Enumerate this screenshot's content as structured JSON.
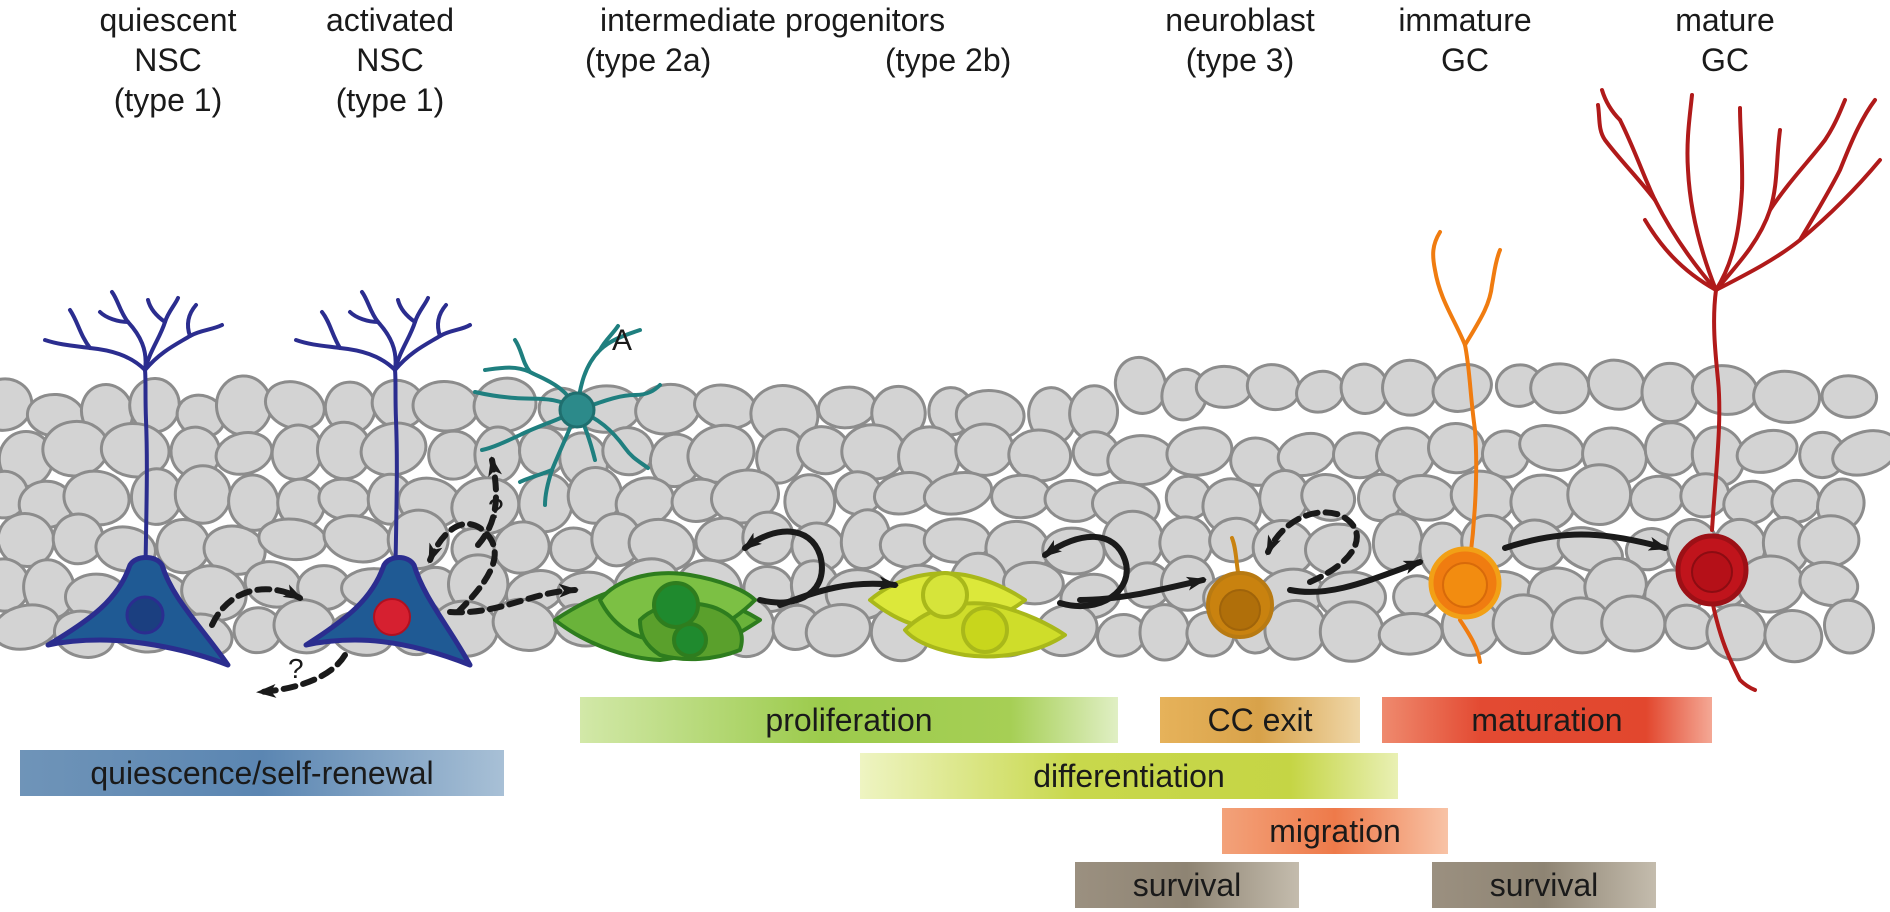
{
  "stages": {
    "quiescent_nsc": [
      "quiescent",
      "NSC",
      "(type 1)"
    ],
    "activated_nsc": [
      "activated",
      "NSC",
      "(type 1)"
    ],
    "intermediate": "intermediate progenitors",
    "type2a": "(type 2a)",
    "type2b": "(type 2b)",
    "neuroblast": [
      "neuroblast",
      "(type 3)"
    ],
    "immature_gc": [
      "immature",
      "GC"
    ],
    "mature_gc": [
      "mature",
      "GC"
    ]
  },
  "cell_labels": {
    "astrocyte": "A",
    "question_upper": "?",
    "question_lower": "?"
  },
  "processes": {
    "quiescence": "quiescence/self-renewal",
    "proliferation": "proliferation",
    "cc_exit": "CC exit",
    "maturation": "maturation",
    "differentiation": "differentiation",
    "migration": "migration",
    "survival_1": "survival",
    "survival_2": "survival"
  },
  "colors": {
    "nsc": "#2b2d8f",
    "nsc_body": "#1f5a94",
    "astrocyte": "#1f7f7f",
    "type2a": "#5aa02c",
    "type2b": "#cddc28",
    "neuroblast": "#c9820f",
    "immature": "#f07c10",
    "mature": "#c0141c",
    "tissue_fill": "#d3d3d3",
    "tissue_stroke": "#8c8c8c"
  }
}
